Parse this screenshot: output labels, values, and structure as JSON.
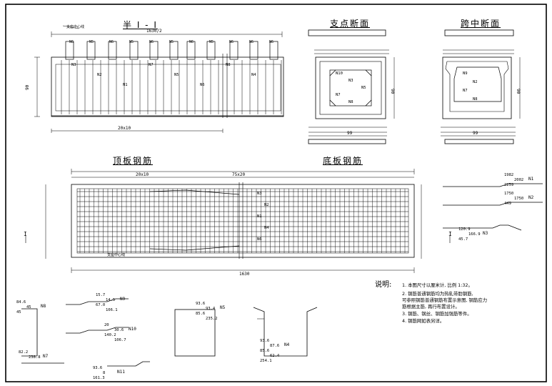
{
  "titles": {
    "section": "半 I - I",
    "support_section": "支点断面",
    "midspan_section": "跨中断面",
    "top_slab": "顶板钢筋",
    "bottom_slab": "底板钢筋"
  },
  "labels": {
    "section_top_dim": "1630/2",
    "section_bottom_dim": "20x10",
    "section_centerline": "支座中心线",
    "section_height": "90",
    "top_rebars": [
      "N6",
      "N5",
      "N6",
      "N5",
      "N6",
      "N5",
      "N6",
      "N5",
      "N6",
      "N6",
      "N6"
    ],
    "section_marks": [
      "N3",
      "N2",
      "N1",
      "N7",
      "N5",
      "N6",
      "N8",
      "N4"
    ],
    "support_width": "99",
    "support_height": "90",
    "support_marks": [
      "N10",
      "N3",
      "N5",
      "N7",
      "N8"
    ],
    "midspan_width": "99",
    "midspan_height": "90",
    "midspan_marks": [
      "N9",
      "N2",
      "N7",
      "N8"
    ],
    "plan_dim_left": "20x10",
    "plan_dim_mid": "75x20",
    "plan_dim_total": "1630",
    "plan_centerline": "支座中心线",
    "plan_marks": [
      "N3",
      "N2",
      "N1",
      "N4",
      "N6"
    ],
    "section_mark": "I"
  },
  "rebar_shapes": [
    {
      "mark": "N1",
      "values": [
        "1982",
        "2002",
        "2259"
      ]
    },
    {
      "mark": "N2",
      "values": [
        "1750",
        "1750",
        "449"
      ]
    },
    {
      "mark": "N3",
      "values": [
        "120.9",
        "166.9",
        "45.7"
      ]
    },
    {
      "mark": "N8",
      "values": [
        "84.6",
        "45",
        "45"
      ]
    },
    {
      "mark": "N7",
      "values": [
        "82.2",
        "238.8"
      ]
    },
    {
      "mark": "N9",
      "values": [
        "15.7",
        "14.5",
        "67.0",
        "106.1"
      ]
    },
    {
      "mark": "N10",
      "values": [
        "20",
        "30.6",
        "140.2",
        "106.7"
      ]
    },
    {
      "mark": "N11",
      "values": [
        "93.6",
        "8",
        "161.3"
      ]
    },
    {
      "mark": "N5",
      "values": [
        "93.6",
        "93.4",
        "85.6",
        "235.2"
      ]
    },
    {
      "mark": "N4",
      "values": [
        "93.6",
        "87.6",
        "85.6",
        "62.4",
        "254.1"
      ]
    }
  ],
  "notes": {
    "heading": "说明:",
    "items": [
      "1. 本图尺寸以厘米计, 比例 1:32。",
      "2. 钢筋普通钢筋均为热轧带肋钢筋,",
      "   可参照钢筋普通钢筋布置示意图, 钢筋应力",
      "   筋根据主筋, 再行布置设计。",
      "3. 钢筋、钢丝、钢筋加强筋等件。",
      "4. 钢筋网如表另详。"
    ]
  }
}
